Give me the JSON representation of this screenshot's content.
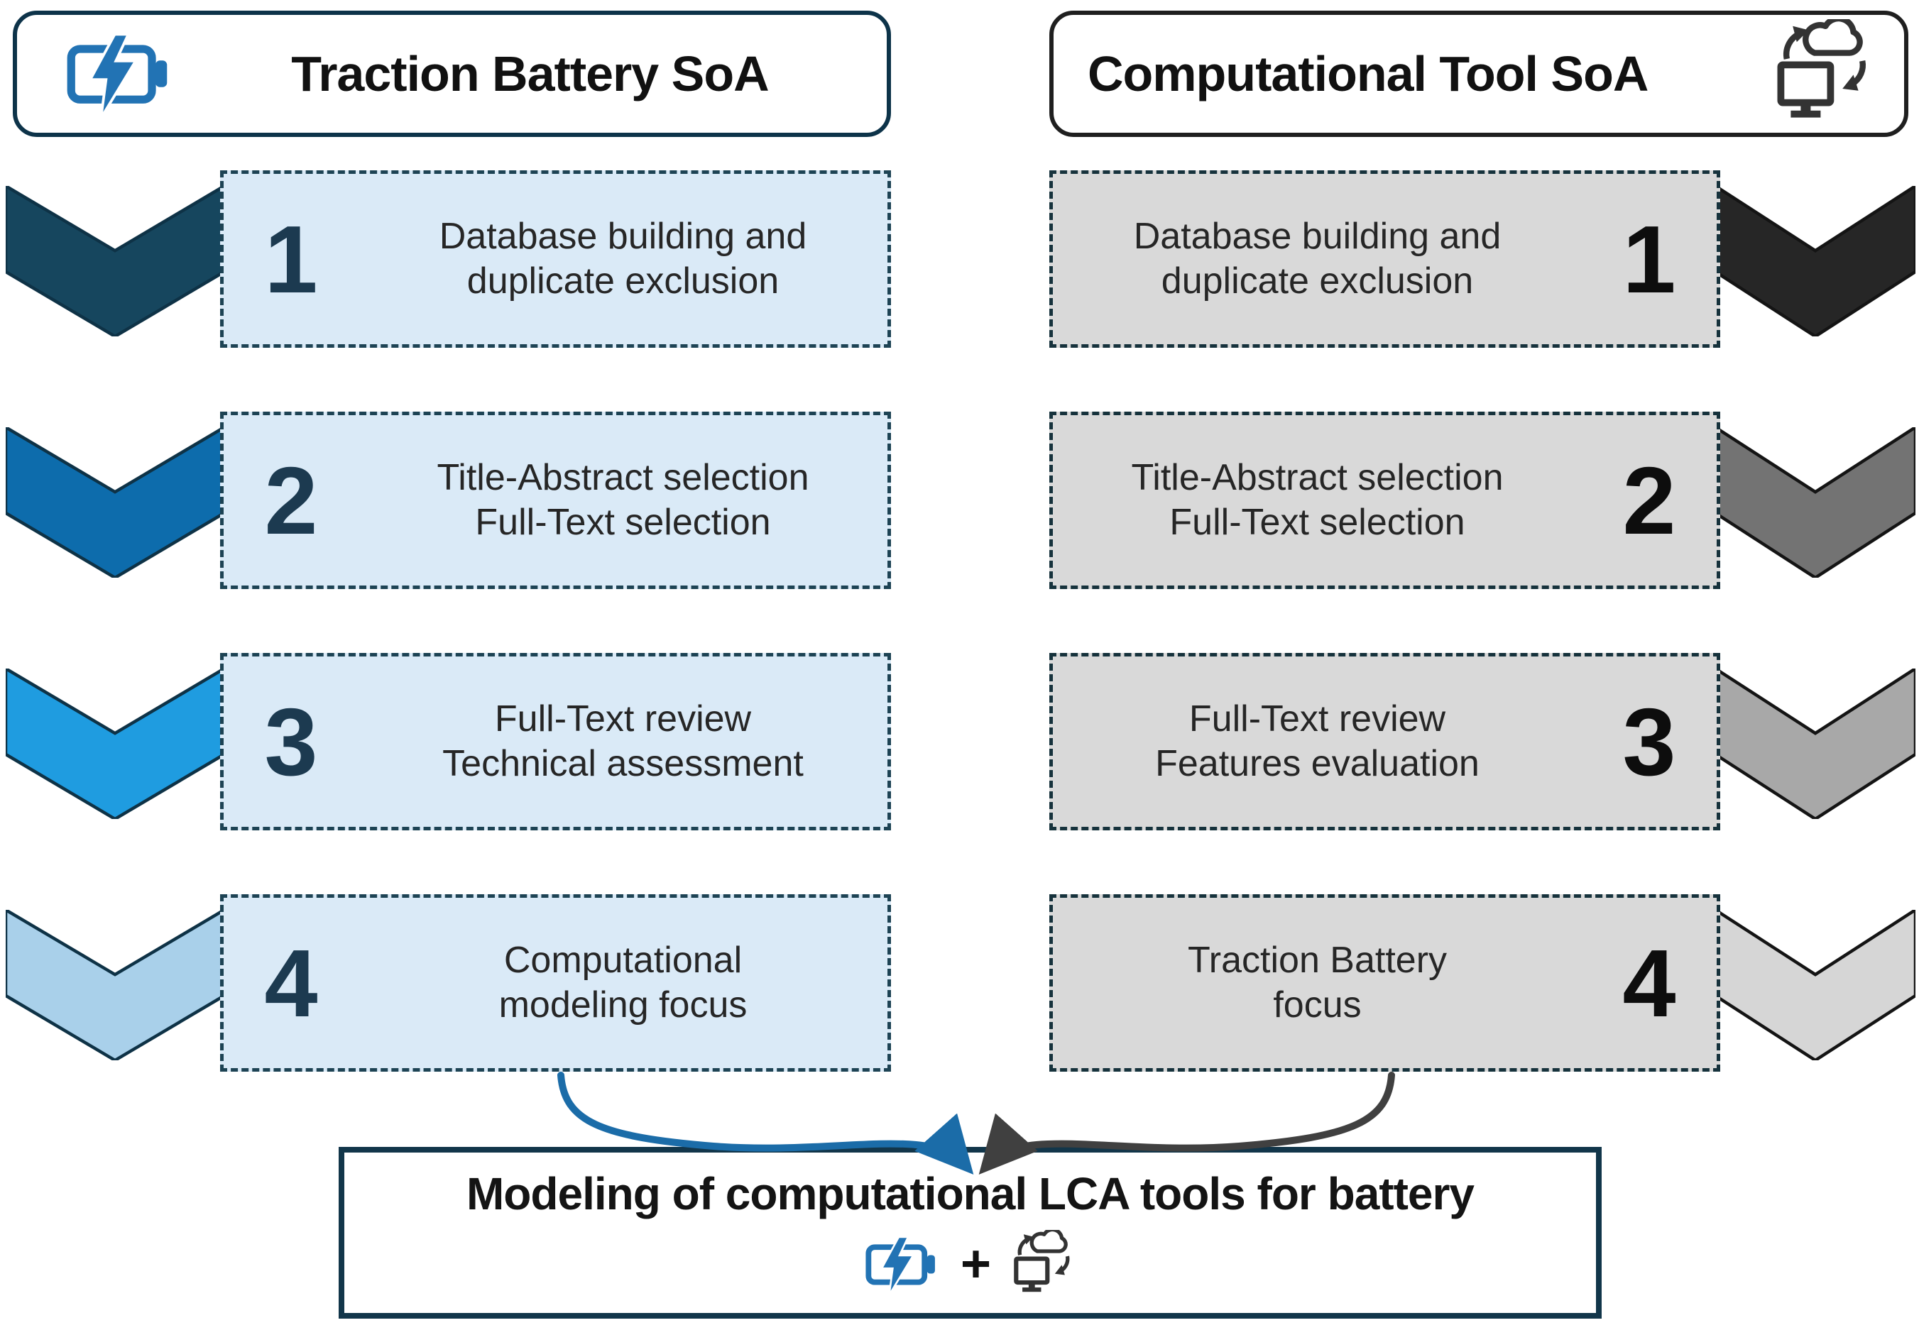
{
  "left_track": {
    "title": "Traction Battery SoA",
    "steps": [
      {
        "num": "1",
        "line1": "Database building and",
        "line2": "duplicate exclusion"
      },
      {
        "num": "2",
        "line1": "Title-Abstract selection",
        "line2": "Full-Text selection"
      },
      {
        "num": "3",
        "line1": "Full-Text review",
        "line2": "Technical assessment"
      },
      {
        "num": "4",
        "line1": "Computational",
        "line2": "modeling focus"
      }
    ]
  },
  "right_track": {
    "title": "Computational Tool SoA",
    "steps": [
      {
        "num": "1",
        "line1": "Database building and",
        "line2": "duplicate exclusion"
      },
      {
        "num": "2",
        "line1": "Title-Abstract selection",
        "line2": "Full-Text selection"
      },
      {
        "num": "3",
        "line1": "Full-Text review",
        "line2": "Features evaluation"
      },
      {
        "num": "4",
        "line1": "Traction Battery",
        "line2": "focus"
      }
    ]
  },
  "result": {
    "title": "Modeling of computational LCA tools for battery",
    "plus": "+"
  },
  "icons": {
    "left_title": "battery-bolt-icon",
    "right_title": "computer-cloud-sync-icon",
    "result": [
      "battery-bolt-icon",
      "plus-sign",
      "computer-cloud-sync-icon"
    ]
  },
  "colors": {
    "left_chevrons": [
      "#16465e",
      "#0d6cac",
      "#1f9ce0",
      "#a9d0ea"
    ],
    "left_chevron_stroke": "#0e3246",
    "right_chevrons": [
      "#262626",
      "#737373",
      "#a8a8a8",
      "#d6d6d6"
    ],
    "right_chevron_stroke": "#141414",
    "left_box_fill": "#daeaf7",
    "right_box_fill": "#d9d9d9",
    "left_number": "#1c3a50",
    "right_number": "#0d0d0d",
    "blue_arrow": "#1b6ca8",
    "dark_arrow": "#404040",
    "battery_icon": "#2273b4",
    "computer_icon": "#333333",
    "result_border": "#12364a"
  }
}
